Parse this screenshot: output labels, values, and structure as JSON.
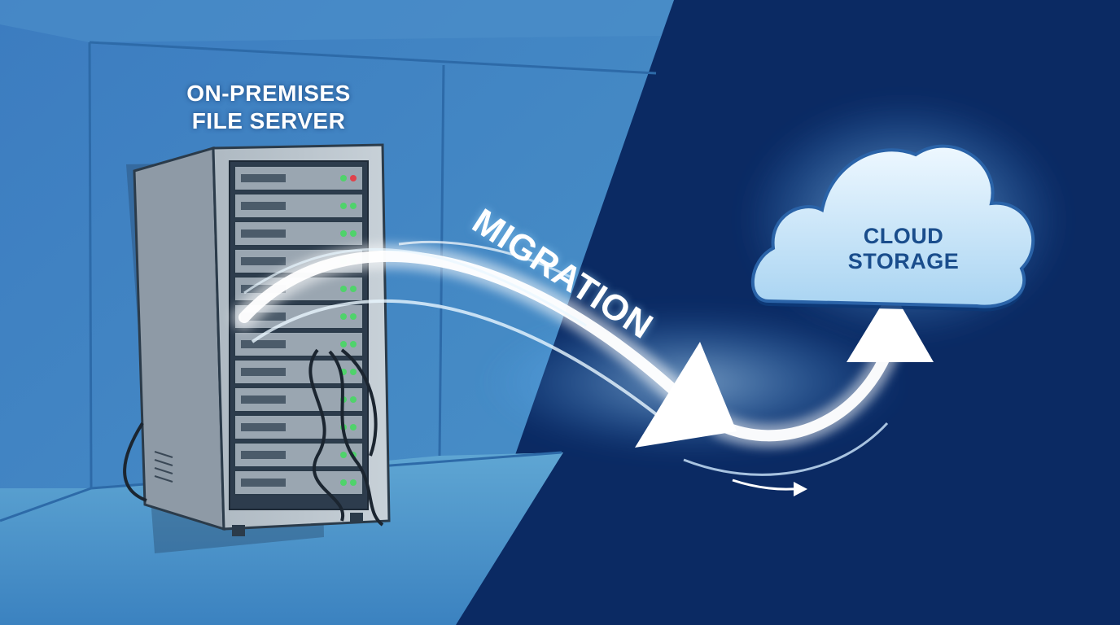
{
  "server": {
    "label_line1": "ON-PREMISES",
    "label_line2": "FILE SERVER",
    "icon": "server-rack-icon"
  },
  "transfer": {
    "label": "MIGRATION",
    "icon": "flow-arrow-icon"
  },
  "cloud": {
    "label_line1": "CLOUD",
    "label_line2": "STORAGE",
    "icon": "cloud-icon"
  },
  "colors": {
    "left_background": "#3f7fbe",
    "right_background": "#0b2a63",
    "cloud_fill": "#cfe8fb",
    "cloud_text": "#1a4d8c",
    "arrow": "#ffffff"
  }
}
